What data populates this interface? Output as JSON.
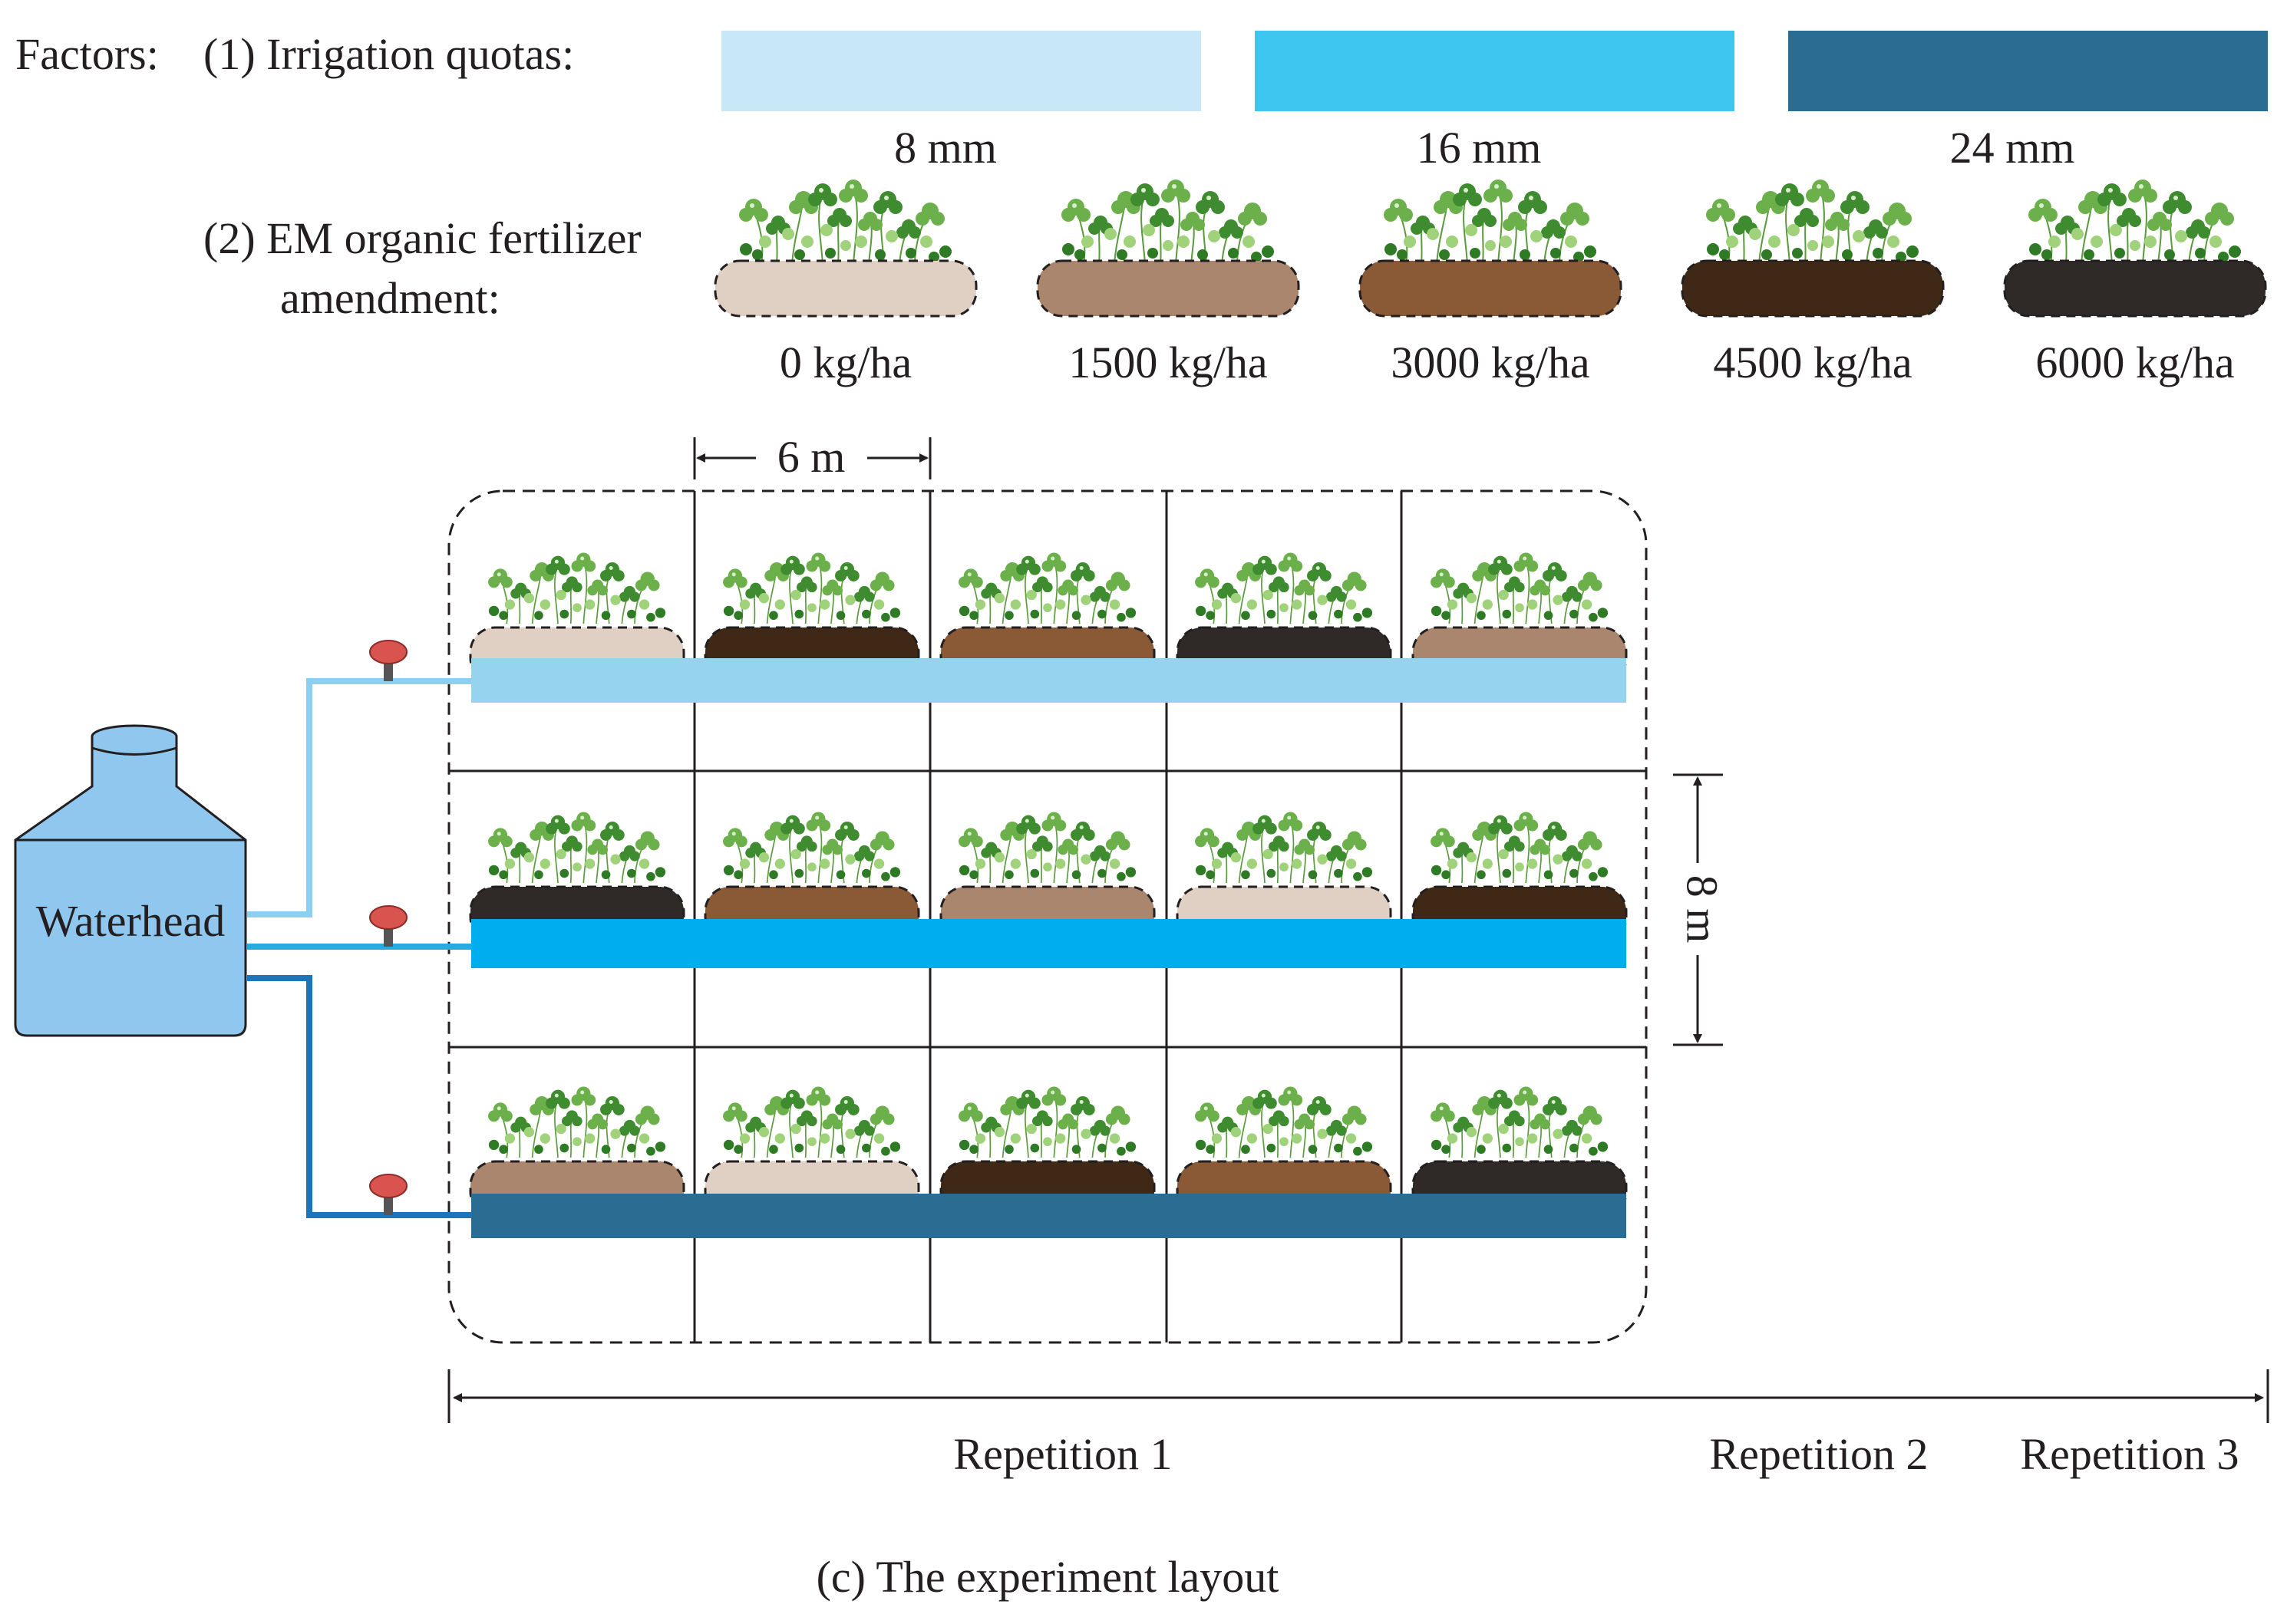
{
  "factors": {
    "label": "Factors:",
    "irrigation": {
      "label": "(1) Irrigation quotas:",
      "levels": [
        {
          "label": "8 mm",
          "color": "#c8e8f7"
        },
        {
          "label": "16 mm",
          "color": "#3fc6f0"
        },
        {
          "label": "24 mm",
          "color": "#2b6d92"
        }
      ]
    },
    "fertilizer": {
      "label_line1": "(2) EM organic fertilizer",
      "label_line2": "amendment:",
      "levels": [
        {
          "label": "0 kg/ha",
          "color": "#dfd0c3"
        },
        {
          "label": "1500 kg/ha",
          "color": "#a9866d"
        },
        {
          "label": "3000 kg/ha",
          "color": "#8a5a37"
        },
        {
          "label": "4500 kg/ha",
          "color": "#3f2816"
        },
        {
          "label": "6000 kg/ha",
          "color": "#2f2a27"
        }
      ]
    }
  },
  "layout": {
    "width_label": "6 m",
    "height_label": "8 m",
    "waterhead_label": "Waterhead",
    "rows": [
      {
        "irrigation": 0,
        "fertilizer": [
          0,
          3,
          2,
          4,
          1
        ]
      },
      {
        "irrigation": 1,
        "fertilizer": [
          4,
          2,
          1,
          0,
          3
        ]
      },
      {
        "irrigation": 2,
        "fertilizer": [
          1,
          0,
          3,
          2,
          4
        ]
      }
    ],
    "pipe_colors": [
      "#96d3ef",
      "#00aeef",
      "#2b6d92"
    ],
    "feeder_colors": [
      "#8ccff0",
      "#27a9e1",
      "#1b75bc"
    ],
    "repetitions": [
      "Repetition 1",
      "Repetition 2",
      "Repetition 3"
    ]
  },
  "caption": "(c) The experiment layout"
}
